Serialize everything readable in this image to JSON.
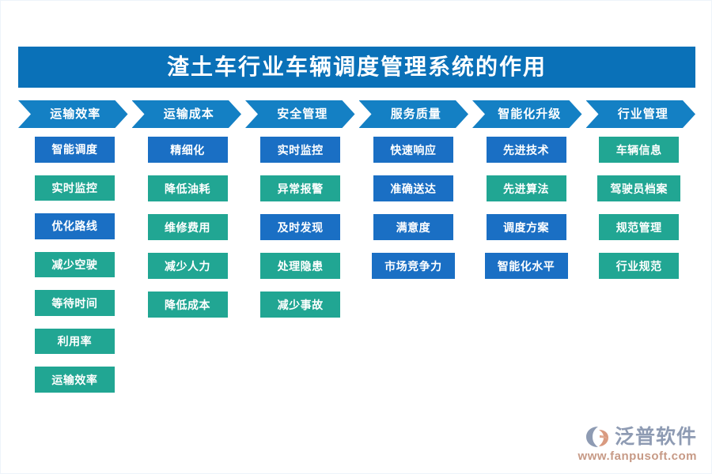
{
  "header": {
    "title": "渣土车行业车辆调度管理系统的作用"
  },
  "colors": {
    "title_bar": "#0a71b8",
    "chevron": "#1480c4",
    "box_blue": "#1a6fc4",
    "box_teal": "#21a693",
    "background": "#ffffff",
    "logo_name": "#8e9bb3",
    "logo_url": "#c79a86"
  },
  "chart_data": {
    "type": "table",
    "title": "渣土车行业车辆调度管理系统的作用",
    "categories": [
      "运输效率",
      "运输成本",
      "安全管理",
      "服务质量",
      "智能化升级",
      "行业管理"
    ],
    "columns": [
      {
        "header": "运输效率",
        "items": [
          {
            "label": "智能调度",
            "color": "blue"
          },
          {
            "label": "实时监控",
            "color": "teal"
          },
          {
            "label": "优化路线",
            "color": "blue"
          },
          {
            "label": "减少空驶",
            "color": "teal"
          },
          {
            "label": "等待时间",
            "color": "teal"
          },
          {
            "label": "利用率",
            "color": "teal"
          },
          {
            "label": "运输效率",
            "color": "teal"
          }
        ]
      },
      {
        "header": "运输成本",
        "items": [
          {
            "label": "精细化",
            "color": "blue"
          },
          {
            "label": "降低油耗",
            "color": "teal"
          },
          {
            "label": "维修费用",
            "color": "teal"
          },
          {
            "label": "减少人力",
            "color": "teal"
          },
          {
            "label": "降低成本",
            "color": "teal"
          }
        ]
      },
      {
        "header": "安全管理",
        "items": [
          {
            "label": "实时监控",
            "color": "blue"
          },
          {
            "label": "异常报警",
            "color": "teal"
          },
          {
            "label": "及时发现",
            "color": "blue"
          },
          {
            "label": "处理隐患",
            "color": "teal"
          },
          {
            "label": "减少事故",
            "color": "teal"
          }
        ]
      },
      {
        "header": "服务质量",
        "items": [
          {
            "label": "快速响应",
            "color": "blue"
          },
          {
            "label": "准确送达",
            "color": "blue"
          },
          {
            "label": "满意度",
            "color": "blue"
          },
          {
            "label": "市场竞争力",
            "color": "blue"
          }
        ]
      },
      {
        "header": "智能化升级",
        "items": [
          {
            "label": "先进技术",
            "color": "blue"
          },
          {
            "label": "先进算法",
            "color": "teal"
          },
          {
            "label": "调度方案",
            "color": "blue"
          },
          {
            "label": "智能化水平",
            "color": "blue"
          }
        ]
      },
      {
        "header": "行业管理",
        "items": [
          {
            "label": "车辆信息",
            "color": "teal"
          },
          {
            "label": "驾驶员档案",
            "color": "teal"
          },
          {
            "label": "规范管理",
            "color": "teal"
          },
          {
            "label": "行业规范",
            "color": "teal"
          }
        ]
      }
    ]
  },
  "footer": {
    "logo_name": "泛普软件",
    "logo_url": "www.fanpusoft.com"
  }
}
